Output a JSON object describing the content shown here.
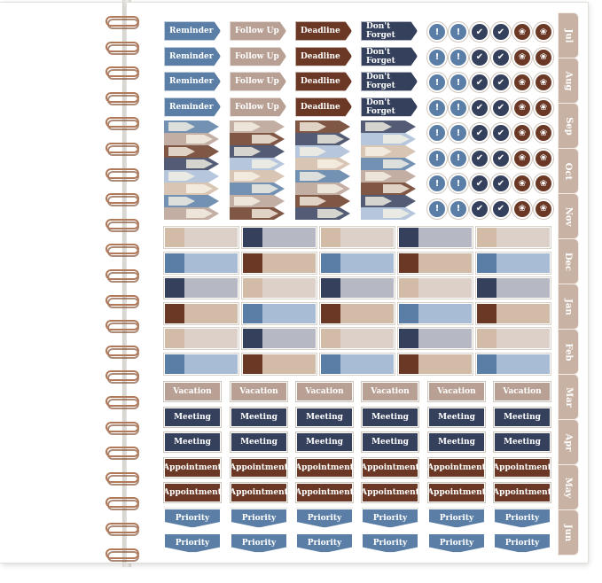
{
  "colors": {
    "blue": "#5a7ea6",
    "taupe": "#b9a094",
    "brown": "#6a3824",
    "navy": "#35405c",
    "lightblue": "#a9bcd6",
    "lighttaupe": "#ddd0c8",
    "tan": "#d2bba7",
    "grey": "#b6b8c3",
    "tab": "#c7b2a4"
  },
  "month_tabs": [
    "Jul",
    "Aug",
    "Sep",
    "Oct",
    "Nov",
    "Dec",
    "Jan",
    "Feb",
    "Mar",
    "Apr",
    "May",
    "Jun"
  ],
  "flag_stickers": [
    "Reminder",
    "Follow Up",
    "Deadline",
    "Don't Forget"
  ],
  "icon_stickers": [
    "exclamation-icon",
    "exclamation-icon",
    "check-icon",
    "check-icon",
    "flower-icon",
    "flower-icon"
  ],
  "label_stickers": {
    "vacation": "Vacation",
    "meeting": "Meeting",
    "appointment": "Appointment",
    "priority": "Priority"
  }
}
